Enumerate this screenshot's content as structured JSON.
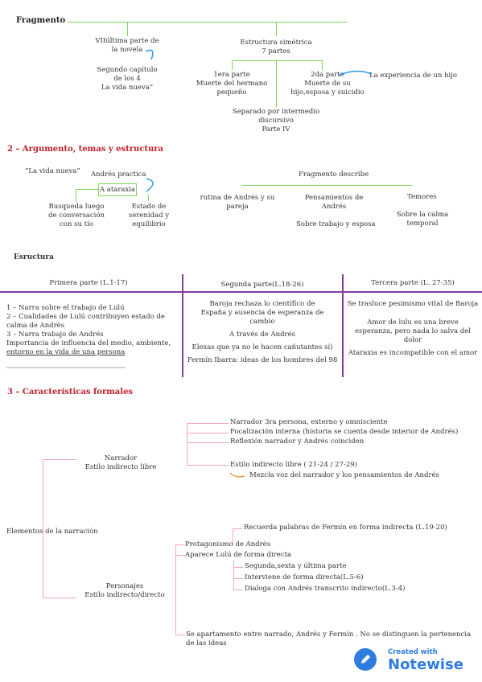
{
  "section1": {
    "title": "Fragmento",
    "left_node": [
      "VIIúltima parte de",
      "la novela"
    ],
    "left_sub": [
      "Segundo capítulo",
      "de los 4",
      "La vida nueva”"
    ],
    "right_node": [
      "Estructura simétrica",
      "7 partes"
    ],
    "part1": [
      "1era parte",
      "Muerte del hermano",
      "pequeño"
    ],
    "part2": [
      "2da parte",
      "Muerte de su",
      "hijo,esposa y suicidio"
    ],
    "part2_note": "La experiencia de un hijo",
    "middle": [
      "Separado por intermedio",
      "discursivo",
      "Parte IV"
    ]
  },
  "section2": {
    "title": "2 – Argumento, temas y estructura",
    "vida_nueva": "“La vida nueva”",
    "andres": "Andrés practica",
    "ataraxia": "A ataraxia",
    "busqueda": [
      "Busqueda luego",
      "de conversación",
      "con su tío"
    ],
    "estado": [
      "Estado de",
      "serenidad y",
      "equilibrio"
    ],
    "fragmento": "Fragmento describe",
    "rutina": [
      "rutina de Andrés y su",
      "pareja"
    ],
    "pensamientos": [
      "Pensamientos de",
      "Andrés"
    ],
    "sobre_trabajo": "Sobre trabajo y esposa",
    "temores": "Temores",
    "calma": [
      "Sobre la calma",
      "temporal"
    ]
  },
  "estructura": {
    "title": "Esructura",
    "columns": [
      "Primera parte (L.1-17)",
      "Segunda parte(L.18-26)",
      "Tercera parte (L. 27-35)"
    ],
    "col1": [
      "1 – Narra sobre el trabajo de Lulú",
      "2 – Cualidades de Lulú contribuyen estado de",
      "calma de Andrés",
      "3 – Narra trabajo de Andrés",
      "Importancia de influencia del medio, ambiente,",
      "entorno en la vida de una persona"
    ],
    "col2": [
      "Baroja rechaza lo científico de",
      "España y ausencia de esperanza de",
      "cambio",
      "A través de Andrés",
      "Elexas que ya no le hacen cañutantes sí)",
      "Fermín Ibarra: ideas de los hombres del 98"
    ],
    "col3": [
      "Se trasluce pesimismo vital de Baroja",
      "Amor de lulu es una breve",
      "esperanza, pero nada lo salva del",
      "dolor",
      "Ataraxia es incompatible con el amor"
    ]
  },
  "section3": {
    "title": "3 – Características formales",
    "root": "Elementos de la narración",
    "narrador": [
      "Narrador",
      "Estilo indirecto libre"
    ],
    "n_items": [
      "Narrador 3ra persona, externo y omnisciente",
      "Focalización interna (historia se cuenta desde interior de Andrés)",
      "Reflexión narrador y Andrés coinciden",
      "Estilo indirecto libre ( 21-24 / 27-29)"
    ],
    "n_sub": "Mezcla voz del narrador y los pensamientos de Andrés",
    "personajes": [
      "Personajes",
      "Estilo indirecto/directo"
    ],
    "recuerda": "Recuerda palabras de Fermín en forma indirecta (L.19-20)",
    "protagonismo": "Protagonismo de Andrés",
    "aparece": "Aparece Lulú de forma directa",
    "lulu_items": [
      "Segunda,sexta y última parte",
      "Interviene de forma directa(L.5-6)",
      "Dialoga con Andrés transcrito indirecto(L.3-4)"
    ],
    "separa": [
      "Se apartamento entre narrado, Andrés y Fermín . No se distinguen la pertenencia",
      "de las ideas"
    ]
  },
  "badge": {
    "line1": "Created with",
    "line2": "Notewise",
    "color": "#2f7de1"
  }
}
